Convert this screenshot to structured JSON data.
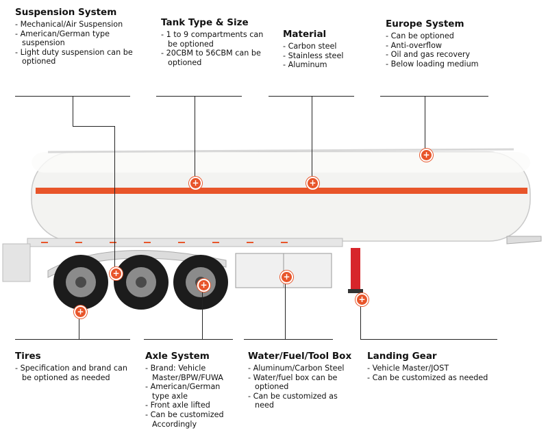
{
  "top_sections": [
    {
      "id": "suspension",
      "title": "Suspension System",
      "items": [
        "Mechanical/Air Suspension",
        "American/German type suspension",
        "Light duty suspension can be optioned"
      ]
    },
    {
      "id": "tank",
      "title": "Tank Type & Size",
      "items": [
        "1 to 9 compartments can be optioned",
        "20CBM to 56CBM can be optioned"
      ]
    },
    {
      "id": "material",
      "title": "Material",
      "items": [
        "Carbon steel",
        "Stainless steel",
        "Aluminum"
      ]
    },
    {
      "id": "europe",
      "title": "Europe System",
      "items": [
        "Can be optioned",
        "Anti-overflow",
        "Oil and gas recovery",
        "Below loading medium"
      ]
    }
  ],
  "bottom_sections": [
    {
      "id": "tires",
      "title": "Tires",
      "items": [
        "Specification and brand can be optioned as needed"
      ]
    },
    {
      "id": "axle",
      "title": "Axle System",
      "items": [
        "Brand: Vehicle Master/BPW/FUWA",
        "American/German type axle",
        "Front axle lifted",
        "Can be customized Accordingly"
      ]
    },
    {
      "id": "toolbox",
      "title": "Water/Fuel/Tool Box",
      "items": [
        "Aluminum/Carbon Steel",
        "Water/fuel box can be optioned",
        "Can be customized as need"
      ]
    },
    {
      "id": "landing",
      "title": "Landing Gear",
      "items": [
        "Vehicle Master/JOST",
        "Can be customized as needed"
      ]
    }
  ],
  "marker_symbol": "+",
  "colors": {
    "accent": "#e8552a",
    "stripe": "#e8552a",
    "tank": "#f4f4f2",
    "line": "#222222"
  }
}
